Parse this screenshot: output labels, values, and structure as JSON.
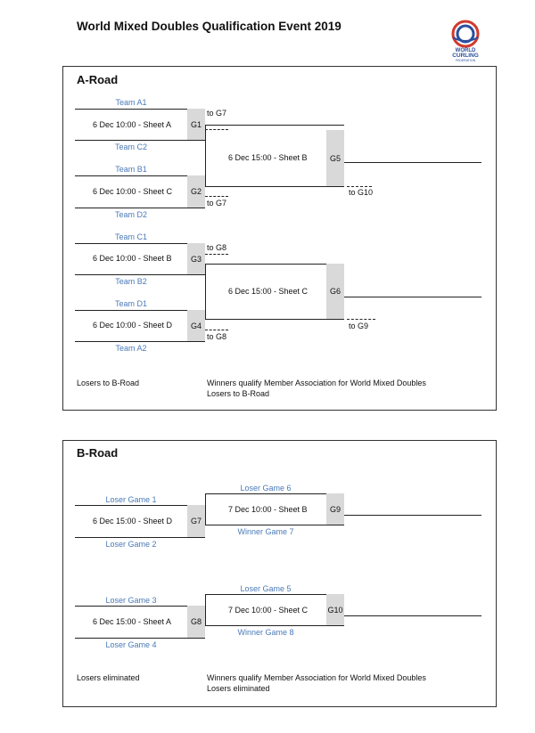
{
  "title": "World Mixed Doubles Qualification Event 2019",
  "logo": {
    "line1": "WORLD",
    "line2": "CURLING",
    "line3": "FEDERATION"
  },
  "a_road": {
    "heading": "A-Road",
    "teams": [
      "Team A1",
      "Team C2",
      "Team B1",
      "Team D2",
      "Team C1",
      "Team B2",
      "Team D1",
      "Team A2"
    ],
    "g1": {
      "label": "6 Dec 10:00 - Sheet A",
      "game": "G1",
      "to": "to G7"
    },
    "g2": {
      "label": "6 Dec 10:00 - Sheet C",
      "game": "G2",
      "to": "to G7"
    },
    "g3": {
      "label": "6 Dec 10:00 - Sheet B",
      "game": "G3",
      "to": "to G8"
    },
    "g4": {
      "label": "6 Dec 10:00 - Sheet D",
      "game": "G4",
      "to": "to G8"
    },
    "g5": {
      "label": "6 Dec 15:00 - Sheet B",
      "game": "G5",
      "to": "to G10"
    },
    "g6": {
      "label": "6 Dec 15:00 - Sheet C",
      "game": "G6",
      "to": "to G9"
    },
    "note_left": "Losers to B-Road",
    "note_right_1": "Winners qualify Member Association for World Mixed Doubles",
    "note_right_2": "Losers to B-Road"
  },
  "b_road": {
    "heading": "B-Road",
    "g7": {
      "label": "6 Dec 15:00 - Sheet D",
      "game": "G7",
      "top": "Loser Game 1",
      "bottom": "Loser Game 2"
    },
    "g9": {
      "label": "7 Dec 10:00 - Sheet B",
      "game": "G9",
      "top": "Loser Game 6",
      "bottom": "Winner Game 7"
    },
    "g8": {
      "label": "6 Dec 15:00 - Sheet A",
      "game": "G8",
      "top": "Loser Game 3",
      "bottom": "Loser Game 4"
    },
    "g10": {
      "label": "7 Dec 10:00 - Sheet C",
      "game": "G10",
      "top": "Loser Game 5",
      "bottom": "Winner Game 8"
    },
    "note_left": "Losers eliminated",
    "note_right_1": "Winners qualify Member Association for World Mixed Doubles",
    "note_right_2": "Losers eliminated"
  }
}
